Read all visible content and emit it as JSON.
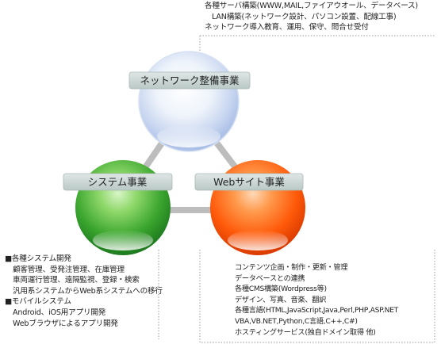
{
  "network": {
    "label": "ネットワーク整備事業",
    "lines": [
      "各種サーバ構築(WWW,MAIL,ファイアウオール、データベース)",
      "LAN構築(ネットワーク設計、パソコン設置、配線工事)",
      "ネットワーク導入教育、運用、保守、問合せ受付"
    ]
  },
  "system": {
    "label": "システム事業",
    "lines": [
      "■各種システム開発",
      "顧客管理、受発注管理、在庫管理",
      "車両運行管理、遠隔監視、登録・検索",
      "汎用系システムからWeb系システムへの移行",
      "■モバイルシステム",
      "Android、iOS用アプリ開発",
      "Webブラウザによるアプリ開発"
    ]
  },
  "web": {
    "label": "Webサイト事業",
    "lines": [
      "コンテンツ企画・制作・更新・管理",
      "データベースとの連携",
      "各種CMS構築(Wordpress等)",
      "デザイン、写真、音楽、翻訳",
      "各種言語(HTML,JavaScript,Java,Perl,PHP,ASP.NET",
      "VBA,VB.NET,Python,C言語,C++,C#)",
      "ホスティングサービス(独自ドメイン取得 他)"
    ]
  },
  "colors": {
    "network_sphere": "#b9cdf0",
    "system_sphere": "#39a82f",
    "web_sphere": "#ff5a0a",
    "label_bar": "#c9d6d4",
    "connector": "#bdbdbd"
  }
}
